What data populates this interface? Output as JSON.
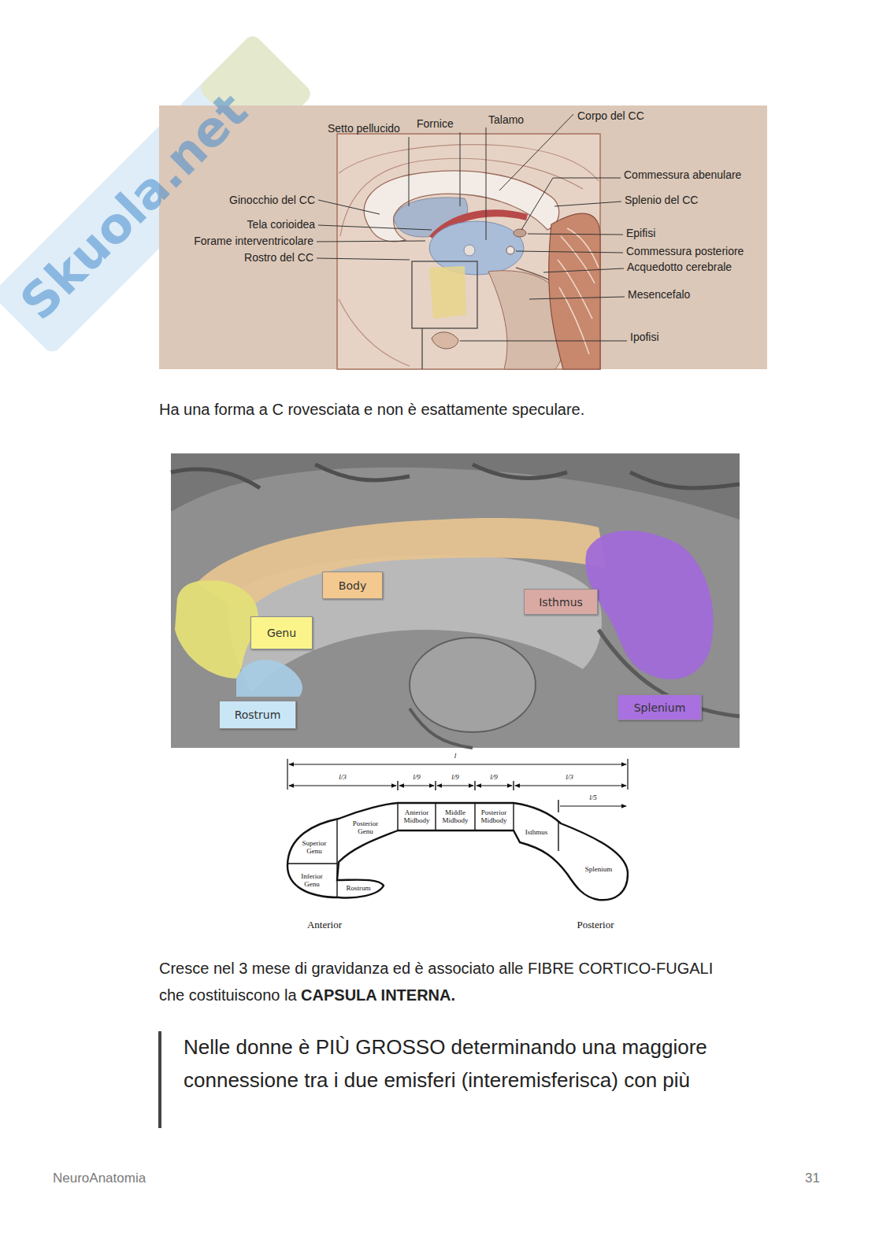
{
  "diagram": {
    "nodes": [
      {
        "text": [
          "Body"
        ]
      },
      {
        "text": [
          "Genu"
        ]
      },
      {
        "text": [
          "Isthmus"
        ]
      },
      {
        "text": [
          "Rostrum"
        ]
      },
      {
        "text": [
          "Splenium"
        ]
      }
    ],
    "labels": [
      "Skuola.net",
      "Setto pellucido",
      "Fornice",
      "Talamo",
      "Corpo del CC",
      "Commessura abenulare",
      "Ginocchio del CC",
      "Splenio del CC",
      "Tela corioidea",
      "Forame interventricolare",
      "Epifisi",
      "Commessura posteriore",
      "Rostro del CC",
      "Acquedotto cerebrale",
      "Mesencefalo",
      "Ipofisi",
      "Ha una forma a C rovesciata e non è esattamente speculare.",
      "l",
      "l/3",
      "l/9",
      "l/9",
      "l/9",
      "l/3",
      "l/5",
      "Anterior Midbody",
      "Middle Midbody",
      "Posterior Midbody",
      "Posterior Genu",
      "Superior Genu",
      "Isthmus",
      "Inferior Genu",
      "Rostrum",
      "Splenium",
      "Anterior",
      "Posterior",
      "Cresce nel 3 mese di gravidanza ed è associato alle FIBRE CORTICO-FUGALI che costituiscono la",
      "CAPSULA INTERNA.",
      "Nelle donne è PIÙ GROSSO determinando una maggiore connessione tra i due emisferi (interemisferisca) con più",
      "NeuroAnatomia",
      "31"
    ]
  }
}
